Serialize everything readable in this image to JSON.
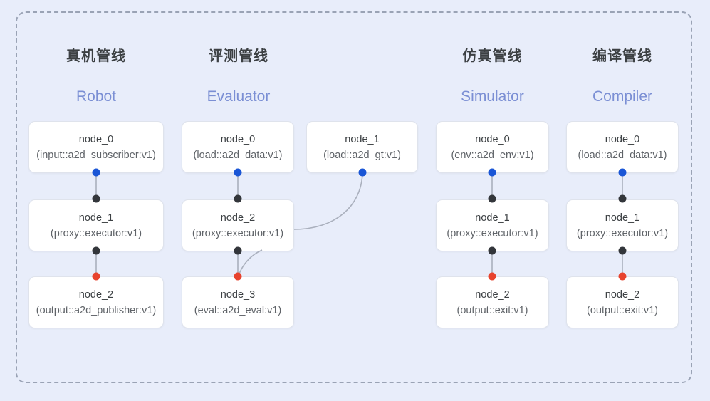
{
  "diagram": {
    "title_cn_note": "",
    "colors": {
      "background": "#e8edfa",
      "frame_border": "#9aa3b5",
      "node_bg": "#ffffff",
      "node_border": "#dfe3ec",
      "heading_cn": "#3c4043",
      "heading_en": "#7b8fd4",
      "port_blue": "#1a56d6",
      "port_black": "#33363b",
      "port_red": "#e8432e",
      "edge": "#aab0bd"
    }
  },
  "columns": [
    {
      "name": "robot",
      "heading_cn": "真机管线",
      "heading_en": "Robot",
      "nodes": [
        {
          "title": "node_0",
          "sub": "(input::a2d_subscriber:v1)"
        },
        {
          "title": "node_1",
          "sub": "(proxy::executor:v1)"
        },
        {
          "title": "node_2",
          "sub": "(output::a2d_publisher:v1)"
        }
      ]
    },
    {
      "name": "evaluator",
      "heading_cn": "评测管线",
      "heading_en": "Evaluator",
      "nodes": [
        {
          "title": "node_0",
          "sub": "(load::a2d_data:v1)"
        },
        {
          "title": "node_1",
          "sub": "(load::a2d_gt:v1)"
        },
        {
          "title": "node_2",
          "sub": "(proxy::executor:v1)"
        },
        {
          "title": "node_3",
          "sub": "(eval::a2d_eval:v1)"
        }
      ]
    },
    {
      "name": "simulator",
      "heading_cn": "仿真管线",
      "heading_en": "Simulator",
      "nodes": [
        {
          "title": "node_0",
          "sub": "(env::a2d_env:v1)"
        },
        {
          "title": "node_1",
          "sub": "(proxy::executor:v1)"
        },
        {
          "title": "node_2",
          "sub": "(output::exit:v1)"
        }
      ]
    },
    {
      "name": "compiler",
      "heading_cn": "编译管线",
      "heading_en": "Compiler",
      "nodes": [
        {
          "title": "node_0",
          "sub": "(load::a2d_data:v1)"
        },
        {
          "title": "node_1",
          "sub": "(proxy::executor:v1)"
        },
        {
          "title": "node_2",
          "sub": "(output::exit:v1)"
        }
      ]
    }
  ]
}
